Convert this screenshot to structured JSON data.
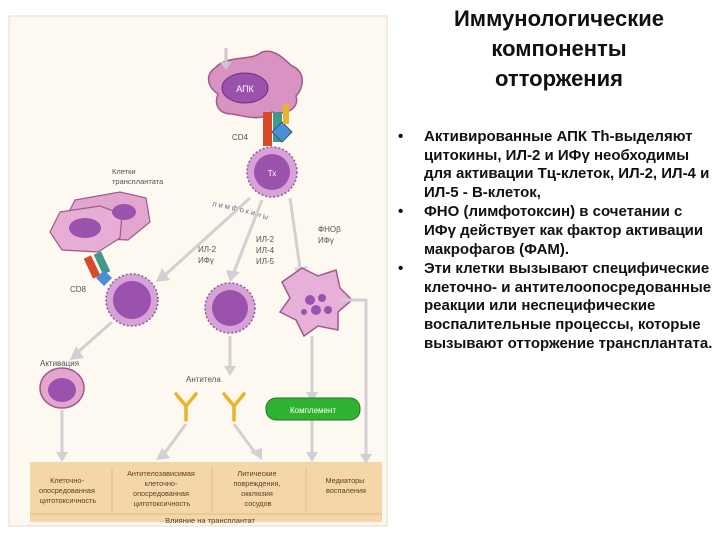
{
  "title": [
    "Иммунологические",
    "компоненты",
    "отторжения"
  ],
  "bullets": [
    "Активированные АПК Th-выделяют цитокины, ИЛ-2 и ИФγ необходимы для активации Тц-клеток, ИЛ-2, ИЛ-4 и ИЛ-5 - В-клеток,",
    "ФНО (лимфотоксин) в сочетании с ИФγ действует как фактор активации макрофагов (ФАМ).",
    "Эти клетки вызывают специфические клеточно- и антителоопосредованные реакции или неспецифические воспалительные процессы, которые вызывают отторжение трансплантата."
  ],
  "bullet_symbol": "•",
  "diagram": {
    "apc_label": "АПК",
    "cd4_label": "CD4",
    "th_label": "Тх",
    "graft_cells_label": "Клетки трансплантата",
    "lymphokines_label": "лимфокины",
    "cd8_label": "CD8",
    "il2_ifn_left": [
      "ИЛ-2",
      "ИФγ"
    ],
    "il_center": [
      "ИЛ-2",
      "ИЛ-4",
      "ИЛ-5"
    ],
    "tnf_ifn_right": [
      "ФНОβ",
      "ИФγ"
    ],
    "activation_label": "Активация",
    "antibodies_label": "Антитела",
    "complement_label": "Комплемент",
    "bottom_boxes": [
      [
        "Клеточно-",
        "опосредованная",
        "цитотоксичность"
      ],
      [
        "Антителозависимая",
        "клеточно-",
        "опосредованная",
        "цитотоксичность"
      ],
      [
        "Литические",
        "повреждения,",
        "окклюзия",
        "сосудов"
      ],
      [
        "Медиаторы",
        "воспаления"
      ]
    ],
    "footer_label": "Влияние на трансплантат"
  },
  "colors": {
    "apc": "#d893c2",
    "t_cell": "#c98ccf",
    "nucleus": "#9a52ad",
    "bottom_panel": "#f5d6a8",
    "complement": "#2fb232",
    "antibody": "#e9b42a",
    "cd4_receptor": "#d94a2a",
    "mhc": "#3f9a8a"
  }
}
